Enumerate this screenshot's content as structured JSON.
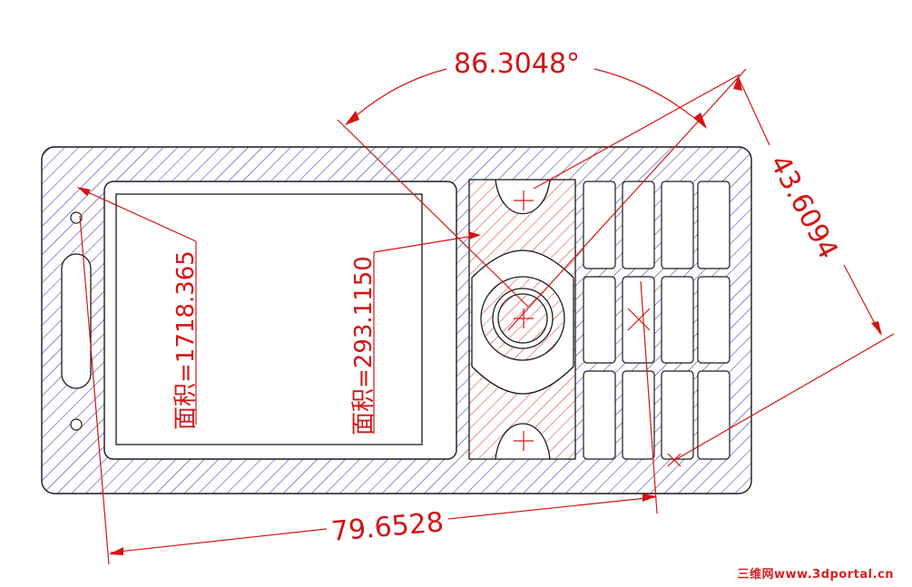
{
  "dimensions": {
    "angle": "86.3048°",
    "length_diagonal": "43.6094",
    "length_bottom": "79.6528"
  },
  "areas": {
    "screen_area": "面积=1718.365",
    "keypad_area": "面积=293.1150"
  },
  "watermark": "三维网www.3dportal.cn",
  "colors": {
    "outline": "#1a1a1a",
    "hatch": "#2a2aa0",
    "hatch_red": "#c83232",
    "dimension": "#d41414"
  }
}
